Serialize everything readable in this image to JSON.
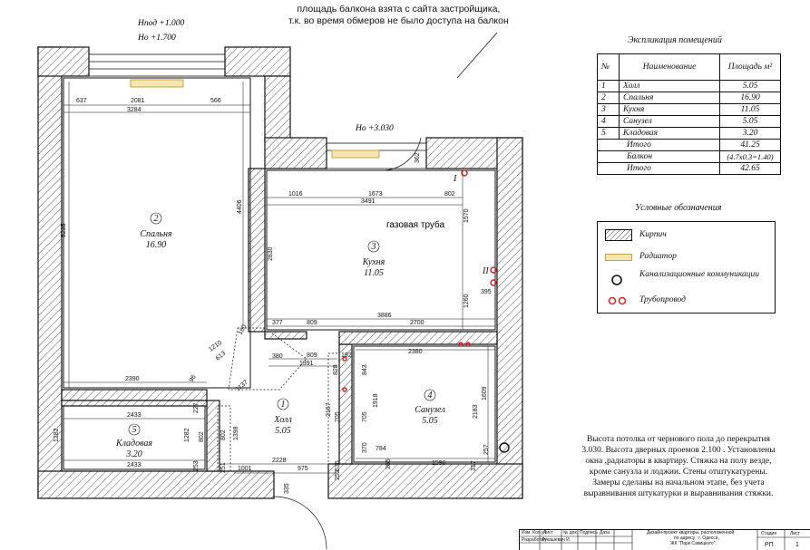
{
  "top_note": {
    "line1": "площадь балкона взята с сайта застройщика,",
    "line2": "т.к. во время обмеров не было доступа на балкон"
  },
  "levels": {
    "hpod": "Нпод +1.000",
    "ho1": "Но +1.700",
    "ho2": "Но +3.030"
  },
  "rooms": [
    {
      "num": "2",
      "name": "Спальня",
      "area": "16.90"
    },
    {
      "num": "3",
      "name": "Кухня",
      "area": "11.05"
    },
    {
      "num": "1",
      "name": "Холл",
      "area": "5.05"
    },
    {
      "num": "4",
      "name": "Санузел",
      "area": "5.05"
    },
    {
      "num": "5",
      "name": "Кладовая",
      "area": "3.20"
    }
  ],
  "gas_pipe_label": "газовая труба",
  "markers": {
    "riser_1": "I",
    "riser_3": "II"
  },
  "dimensions": {
    "d637": "637",
    "d2081": "2081",
    "d566": "566",
    "d3284": "3284",
    "d5235": "5235",
    "d4406": "4406",
    "d2390": "2390",
    "d1016": "1016",
    "d1673": "1673",
    "d802a": "802",
    "d3491": "3491",
    "d362": "362",
    "d1570": "1570",
    "d2830": "2830",
    "d1260": "1260",
    "d395": "395",
    "d377": "377",
    "d809a": "809",
    "d3886": "3886",
    "d2700": "2700",
    "d1210": "1210",
    "d160": "160",
    "d613": "613",
    "d1137": "1137",
    "d96": "96",
    "d380": "380",
    "d809b": "809",
    "d1391": "1391",
    "d192": "192",
    "d2380": "2380",
    "d843": "843",
    "d828": "828",
    "d1609": "1609",
    "d2433a": "2433",
    "d227": "227",
    "d1282a": "1282",
    "d1282b": "1282",
    "d802b": "802",
    "d1398": "1398",
    "d802c": "802",
    "d2433b": "2433",
    "d253": "253",
    "d251": "251",
    "d1001": "1001",
    "d2228": "2228",
    "d975": "975",
    "d2167": "2167",
    "d705a": "705",
    "d705b": "705",
    "d1918": "1918",
    "d2183": "2183",
    "d636": "636",
    "d252": "252",
    "d335": "335",
    "d370": "370",
    "d784": "784",
    "d265": "265",
    "d1596": "1596",
    "d317": "317",
    "d257": "257"
  },
  "explication": {
    "title": "Экспликация помещений",
    "headers": {
      "num": "№",
      "name": "Наименование",
      "area": "Площадь м²"
    },
    "rows": [
      {
        "num": "1",
        "name": "Холл",
        "area": "5.05"
      },
      {
        "num": "2",
        "name": "Спальня",
        "area": "16.90"
      },
      {
        "num": "3",
        "name": "Кухня",
        "area": "11.05"
      },
      {
        "num": "4",
        "name": "Санузел",
        "area": "5.05"
      },
      {
        "num": "5",
        "name": "Кладовая",
        "area": "3.20"
      }
    ],
    "total_label": "Итого",
    "total": "41.25",
    "balcony_label": "Балкон",
    "balcony_calc": "(4.7x0.3=1.40)",
    "grand_label": "Итого",
    "grand_total": "42.65"
  },
  "legend": {
    "title": "Условные обозначения",
    "brick": "Кирпич",
    "radiator": "Радиатор",
    "sewer": "Канализационные коммуникации",
    "pipeline": "Трубопровод"
  },
  "note": {
    "l1": "Высота потолка от чернового пола до перекрытия",
    "l2": "3.030. Высота дверных проемов 2.100 . Установлены",
    "l3": "окна ,радиаторы  в квартиру. Стяжка на полу везде,",
    "l4": "кроме санузла и лоджии. Стены  отштукатурены.",
    "l5": "Замеры сделаны на начальном этапе, без учета",
    "l6": "выравнивания штукатурки и выравнивания стяжки."
  },
  "stamp": {
    "c1": "Изм. Кол.уч.",
    "c2": "Лист",
    "c3": "№ док.",
    "c4": "Подпись",
    "c5": "Дата",
    "dev": "Разработал",
    "dev_name": "Лукашевич И.",
    "project": "Дизайн-проект квартиры, расположенной",
    "address": "по адресу : г. Одесса,",
    "complex": "ЖК \"Парк Савицкого\".",
    "stage_label": "Стадия",
    "sheet_label": "Лист",
    "stage": "РП",
    "sheet": "1"
  },
  "colors": {
    "wall_line": "#111111",
    "pipe": "#d42020",
    "radiator_fill": "#f4e6b0",
    "radiator_stroke": "#c8a24a"
  }
}
